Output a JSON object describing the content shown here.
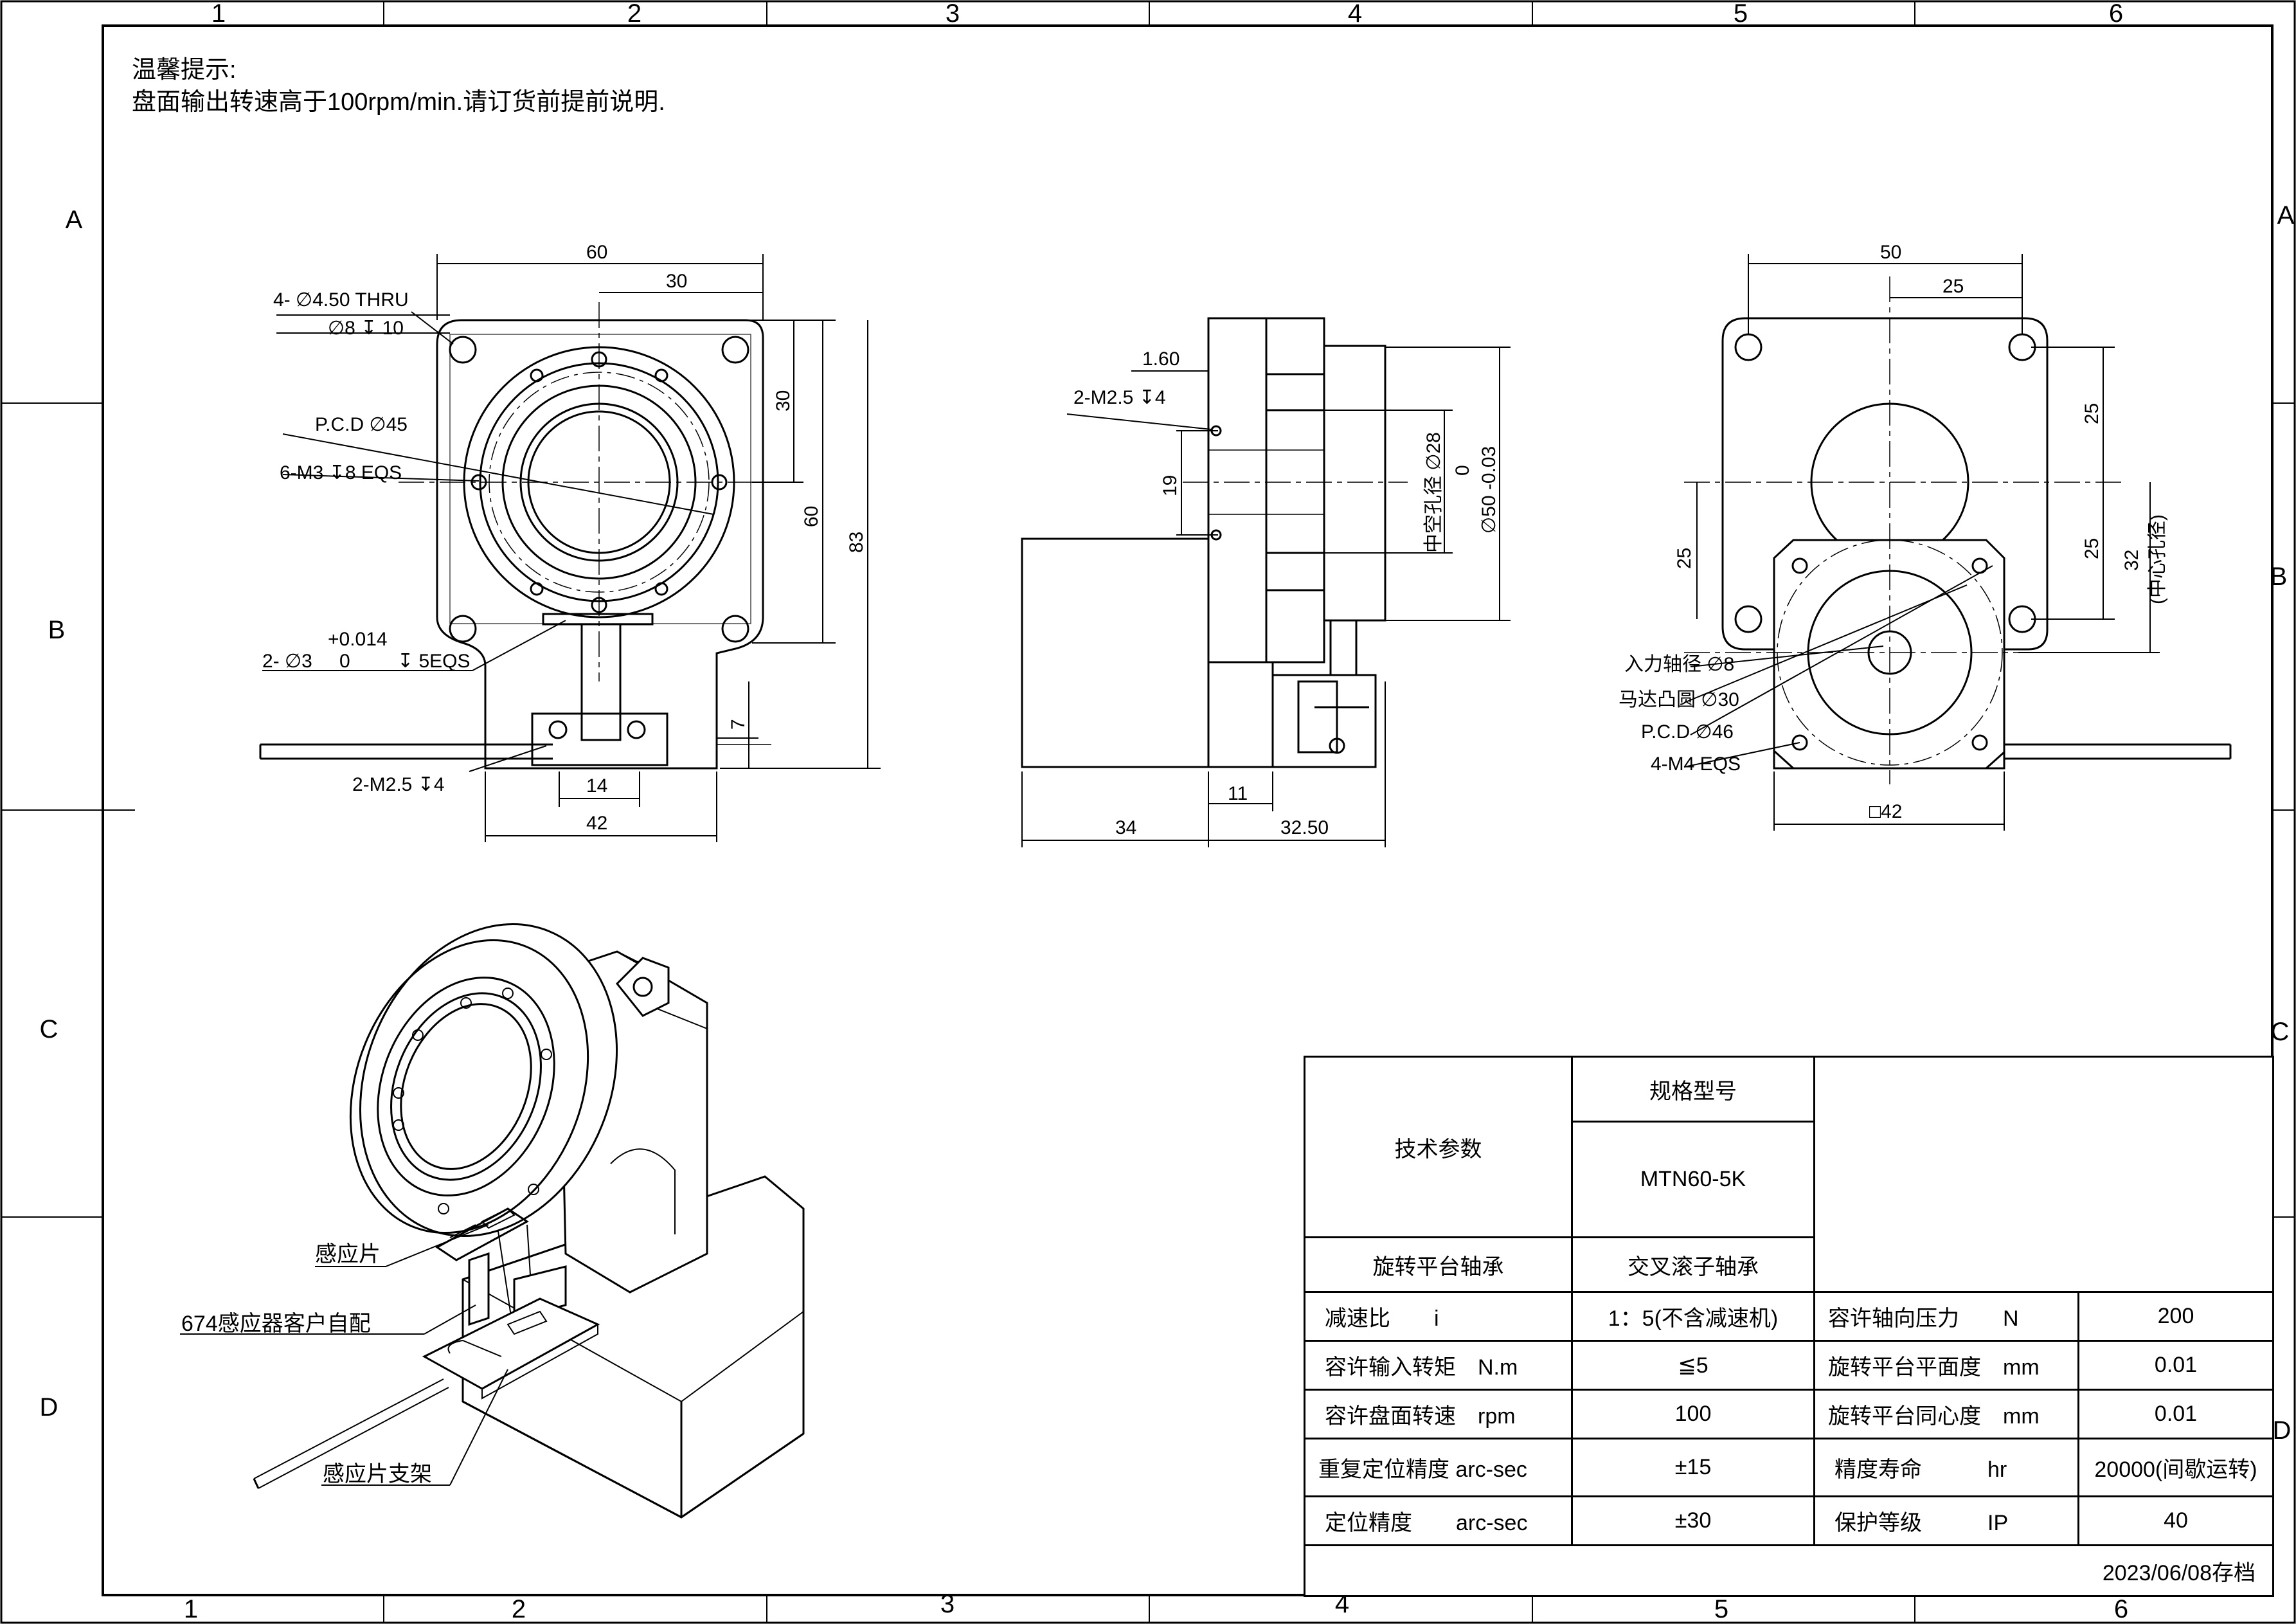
{
  "sheet": {
    "column_numbers": [
      "1",
      "2",
      "3",
      "4",
      "5",
      "6"
    ],
    "row_letters": [
      "A",
      "B",
      "C",
      "D"
    ]
  },
  "note": {
    "title": "温馨提示:",
    "text": "盘面输出转速高于100rpm/min.请订货前提前说明."
  },
  "front_view": {
    "dim_60": "60",
    "dim_30": "30",
    "dim_30_v": "30",
    "dim_60_v": "60",
    "dim_83": "83",
    "dim_7": "7",
    "dim_14": "14",
    "dim_42": "42",
    "hole_callout_1": "4- ∅4.50 THRU",
    "hole_callout_2": "∅8 ↧ 10",
    "pcd": "P.C.D ∅45",
    "m3": "6-M3 ↧8 EQS",
    "pin_tol": "+0.014",
    "pin_label": "2- ∅3",
    "pin_tol_low": "0",
    "pin_depth": "↧ 5EQS",
    "m25": "2-M2.5 ↧4"
  },
  "side_view": {
    "dim_160": "1.60",
    "m25": "2-M2.5 ↧4",
    "dim_19": "19",
    "hollow": "中空孔径 ∅28",
    "bore_tol_up": "0",
    "bore": "∅50 -0.03",
    "dim_11": "11",
    "dim_34": "34",
    "dim_3250": "32.50"
  },
  "rear_view": {
    "dim_50": "50",
    "dim_25": "25",
    "dim_25_v1": "25",
    "dim_25_v2": "25",
    "dim_25_l": "25",
    "dim_32": "32",
    "center_hole": "(中心孔径)",
    "input_shaft": "入力轴径 ∅8",
    "motor_boss": "马达凸圆 ∅30",
    "pcd": "P.C.D ∅46",
    "m4": "4-M4 EQS",
    "square": "□42"
  },
  "iso_view": {
    "label_plate": "感应片",
    "label_sensor": "674感应器客户自配",
    "label_bracket": "感应片支架"
  },
  "table": {
    "tech_params": "技术参数",
    "model_header": "规格型号",
    "model": "MTN60-5K",
    "bearing_label": "旋转平台轴承",
    "bearing_value": "交叉滚子轴承",
    "rows": [
      {
        "label": "减速比",
        "unit": "i",
        "value": "1：5(不含减速机)",
        "label2": "容许轴向压力",
        "unit2": "N",
        "value2": "200"
      },
      {
        "label": "容许输入转矩",
        "unit": "N.m",
        "value": "≦5",
        "label2": "旋转平台平面度",
        "unit2": "mm",
        "value2": "0.01"
      },
      {
        "label": "容许盘面转速",
        "unit": "rpm",
        "value": "100",
        "label2": "旋转平台同心度",
        "unit2": "mm",
        "value2": "0.01"
      },
      {
        "label": "重复定位精度",
        "unit": "arc-sec",
        "value": "±15",
        "label2": "精度寿命",
        "unit2": "hr",
        "value2": "20000(间歇运转)"
      },
      {
        "label": "定位精度",
        "unit": "arc-sec",
        "value": "±30",
        "label2": "保护等级",
        "unit2": "IP",
        "value2": "40"
      }
    ],
    "archive": "2023/06/08存档"
  }
}
